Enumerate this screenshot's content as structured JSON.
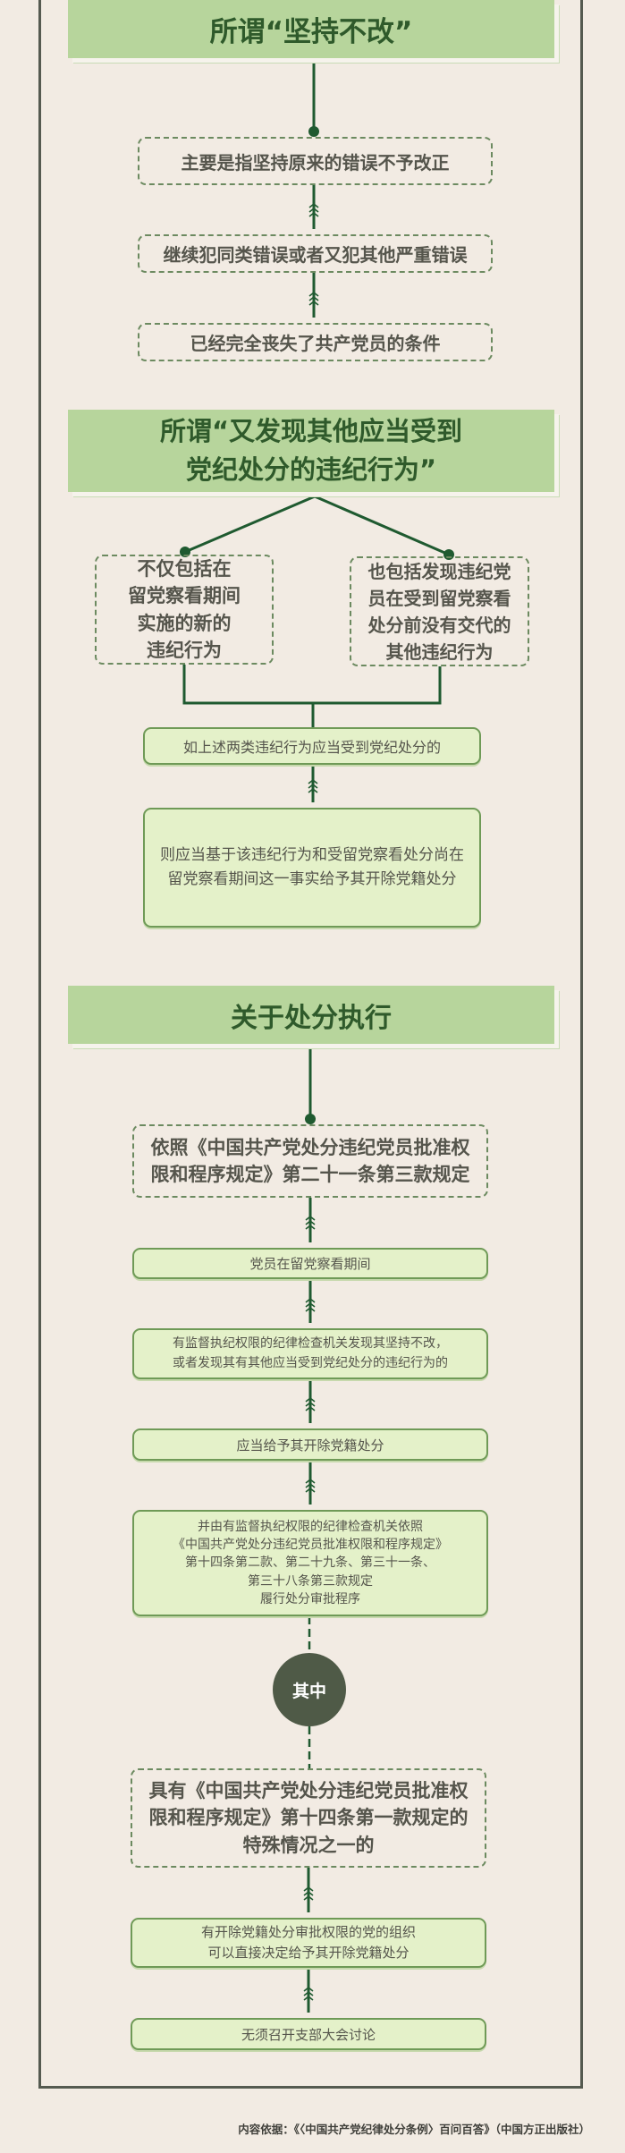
{
  "section1": {
    "title": "所谓“坚持不改”",
    "items": [
      "主要是指坚持原来的错误不予改正",
      "继续犯同类错误或者又犯其他严重错误",
      "已经完全丧失了共产党员的条件"
    ]
  },
  "section2": {
    "title": "所谓“又发现其他应当受到\n党纪处分的违纪行为”",
    "left_branch": "不仅包括在\n留党察看期间\n实施的新的\n违纪行为",
    "right_branch": "也包括发现违纪党\n员在受到留党察看\n处分前没有交代的\n其他违纪行为",
    "merge": "如上述两类违纪行为应当受到党纪处分的",
    "result": "则应当基于该违纪行为和受留党察看处分尚在\n留党察看期间这一事实给予其开除党籍处分"
  },
  "section3": {
    "title": "关于处分执行",
    "basis": "依照《中国共产党处分违纪党员批准权\n限和程序规定》第二十一条第三款规定",
    "steps": [
      "党员在留党察看期间",
      "有监督执纪权限的纪律检查机关发现其坚持不改，\n或者发现其有其他应当受到党纪处分的违纪行为的",
      "应当给予其开除党籍处分",
      "并由有监督执纪权限的纪律检查机关依照\n《中国共产党处分违纪党员批准权限和程序规定》\n第十四条第二款、第二十九条、第三十一条、\n第三十八条第三款规定\n履行处分审批程序"
    ],
    "node": "其中",
    "special": "具有《中国共产党处分违纪党员批准权\n限和程序规定》第十四条第一款规定的\n特殊情况之一的",
    "special_steps": [
      "有开除党籍处分审批权限的党的组织\n可以直接决定给予其开除党籍处分",
      "无须召开支部大会讨论"
    ]
  },
  "footer": "内容依据：《〈中国共产党纪律处分条例〉百问百答》（中国方正出版社）",
  "colors": {
    "background": "#f2ebe3",
    "header": "#b7d59c",
    "line": "#1f5a30",
    "box_fill": "#e4f1c9"
  }
}
